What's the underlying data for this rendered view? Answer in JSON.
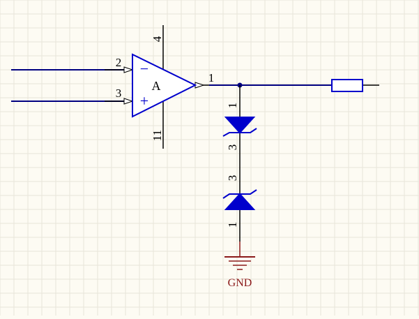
{
  "colors": {
    "background": "#fdfbf3",
    "grid": "#e8e4da",
    "wire": "#000080",
    "lead": "#000000",
    "component": "#0000cc",
    "power": "#8b1a1a",
    "pin_text": "#000000"
  },
  "opamp": {
    "designator": "A",
    "pins": {
      "inverting": "2",
      "non_inverting": "3",
      "output": "1",
      "v_pos": "4",
      "v_neg": "11"
    },
    "signs": {
      "inverting": "−",
      "non_inverting": "+"
    }
  },
  "zener_top": {
    "pins": {
      "a": "1",
      "b": "3"
    }
  },
  "zener_bottom": {
    "pins": {
      "a": "3",
      "b": "1"
    }
  },
  "ground": {
    "net_label": "GND"
  },
  "resistor": {}
}
